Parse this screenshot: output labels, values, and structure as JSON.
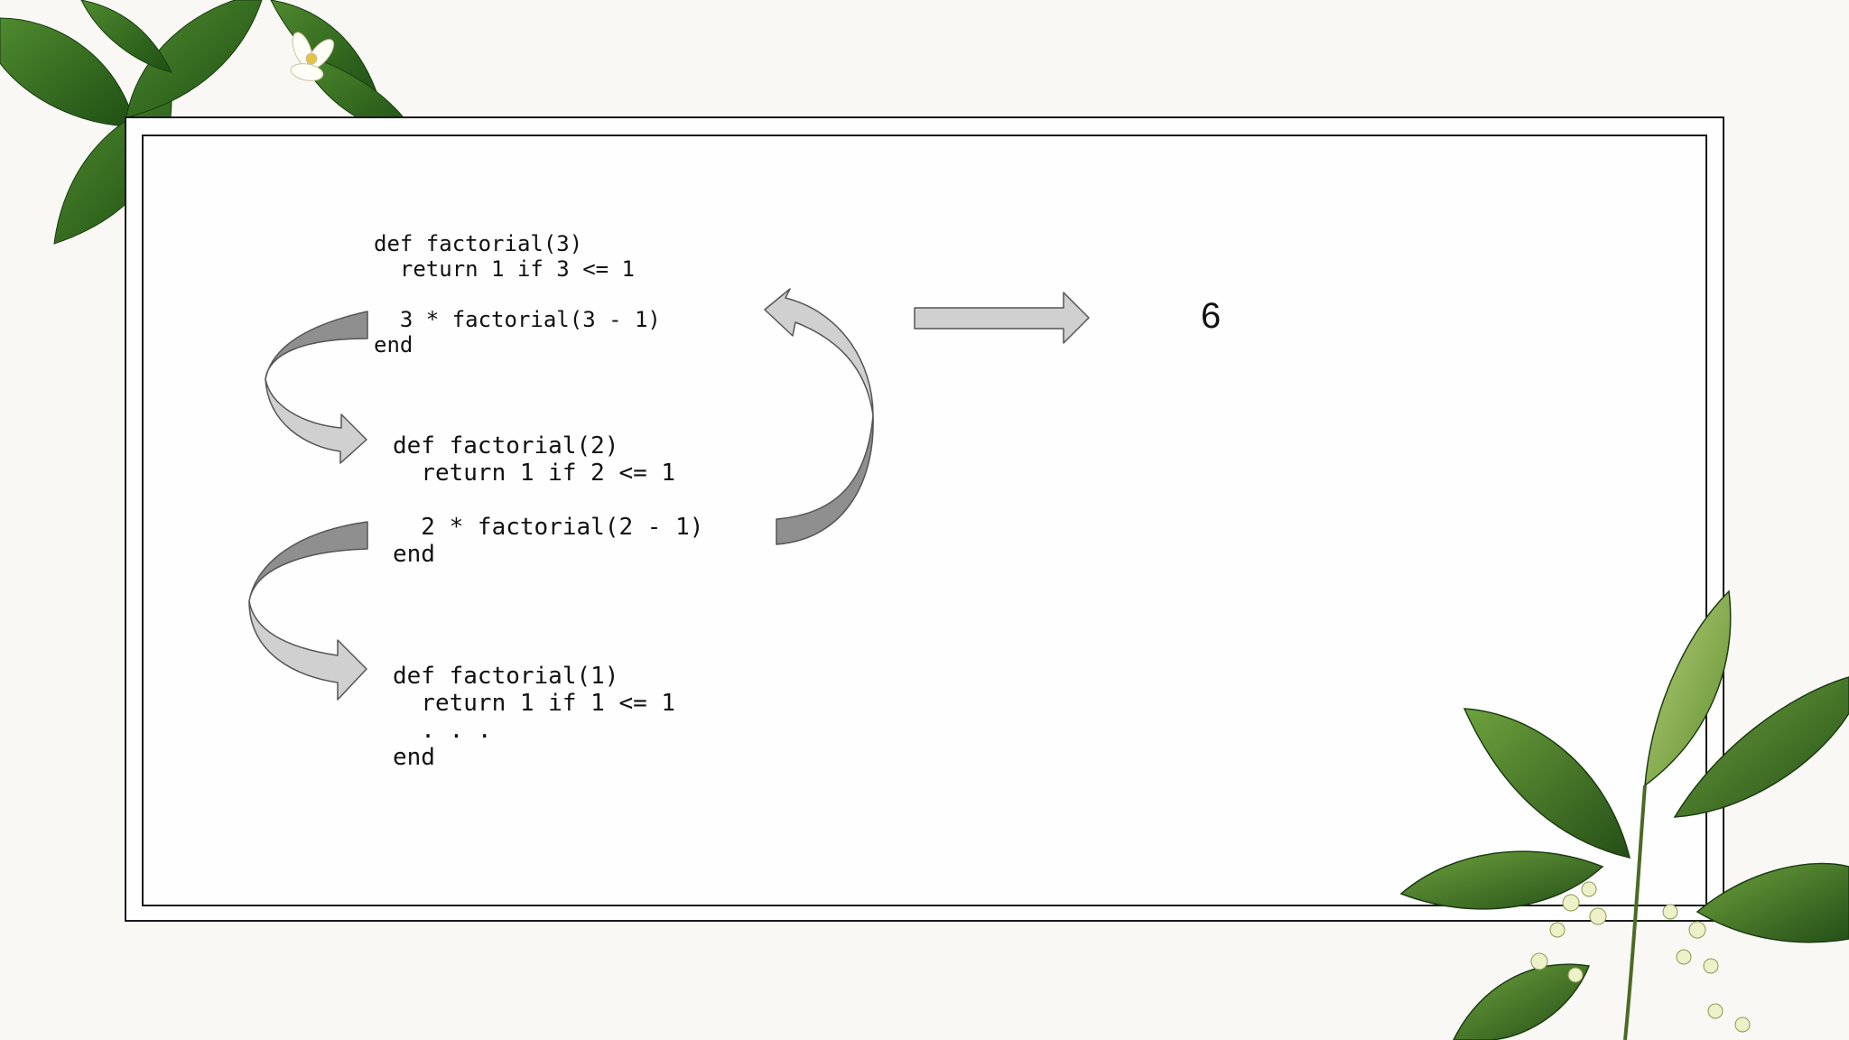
{
  "code_blocks": [
    "def factorial(3)\n  return 1 if 3 <= 1\n\n  3 * factorial(3 - 1)\nend",
    "def factorial(2)\n  return 1 if 2 <= 1\n\n  2 * factorial(2 - 1)\nend",
    "def factorial(1)\n  return 1 if 1 <= 1\n  . . .\nend"
  ],
  "result": "6",
  "colors": {
    "arrow_light": "#d0d0d0",
    "arrow_dark": "#8f8f8f",
    "leaf_green": "#2f6b1f",
    "frame": "#1a1a1a"
  }
}
